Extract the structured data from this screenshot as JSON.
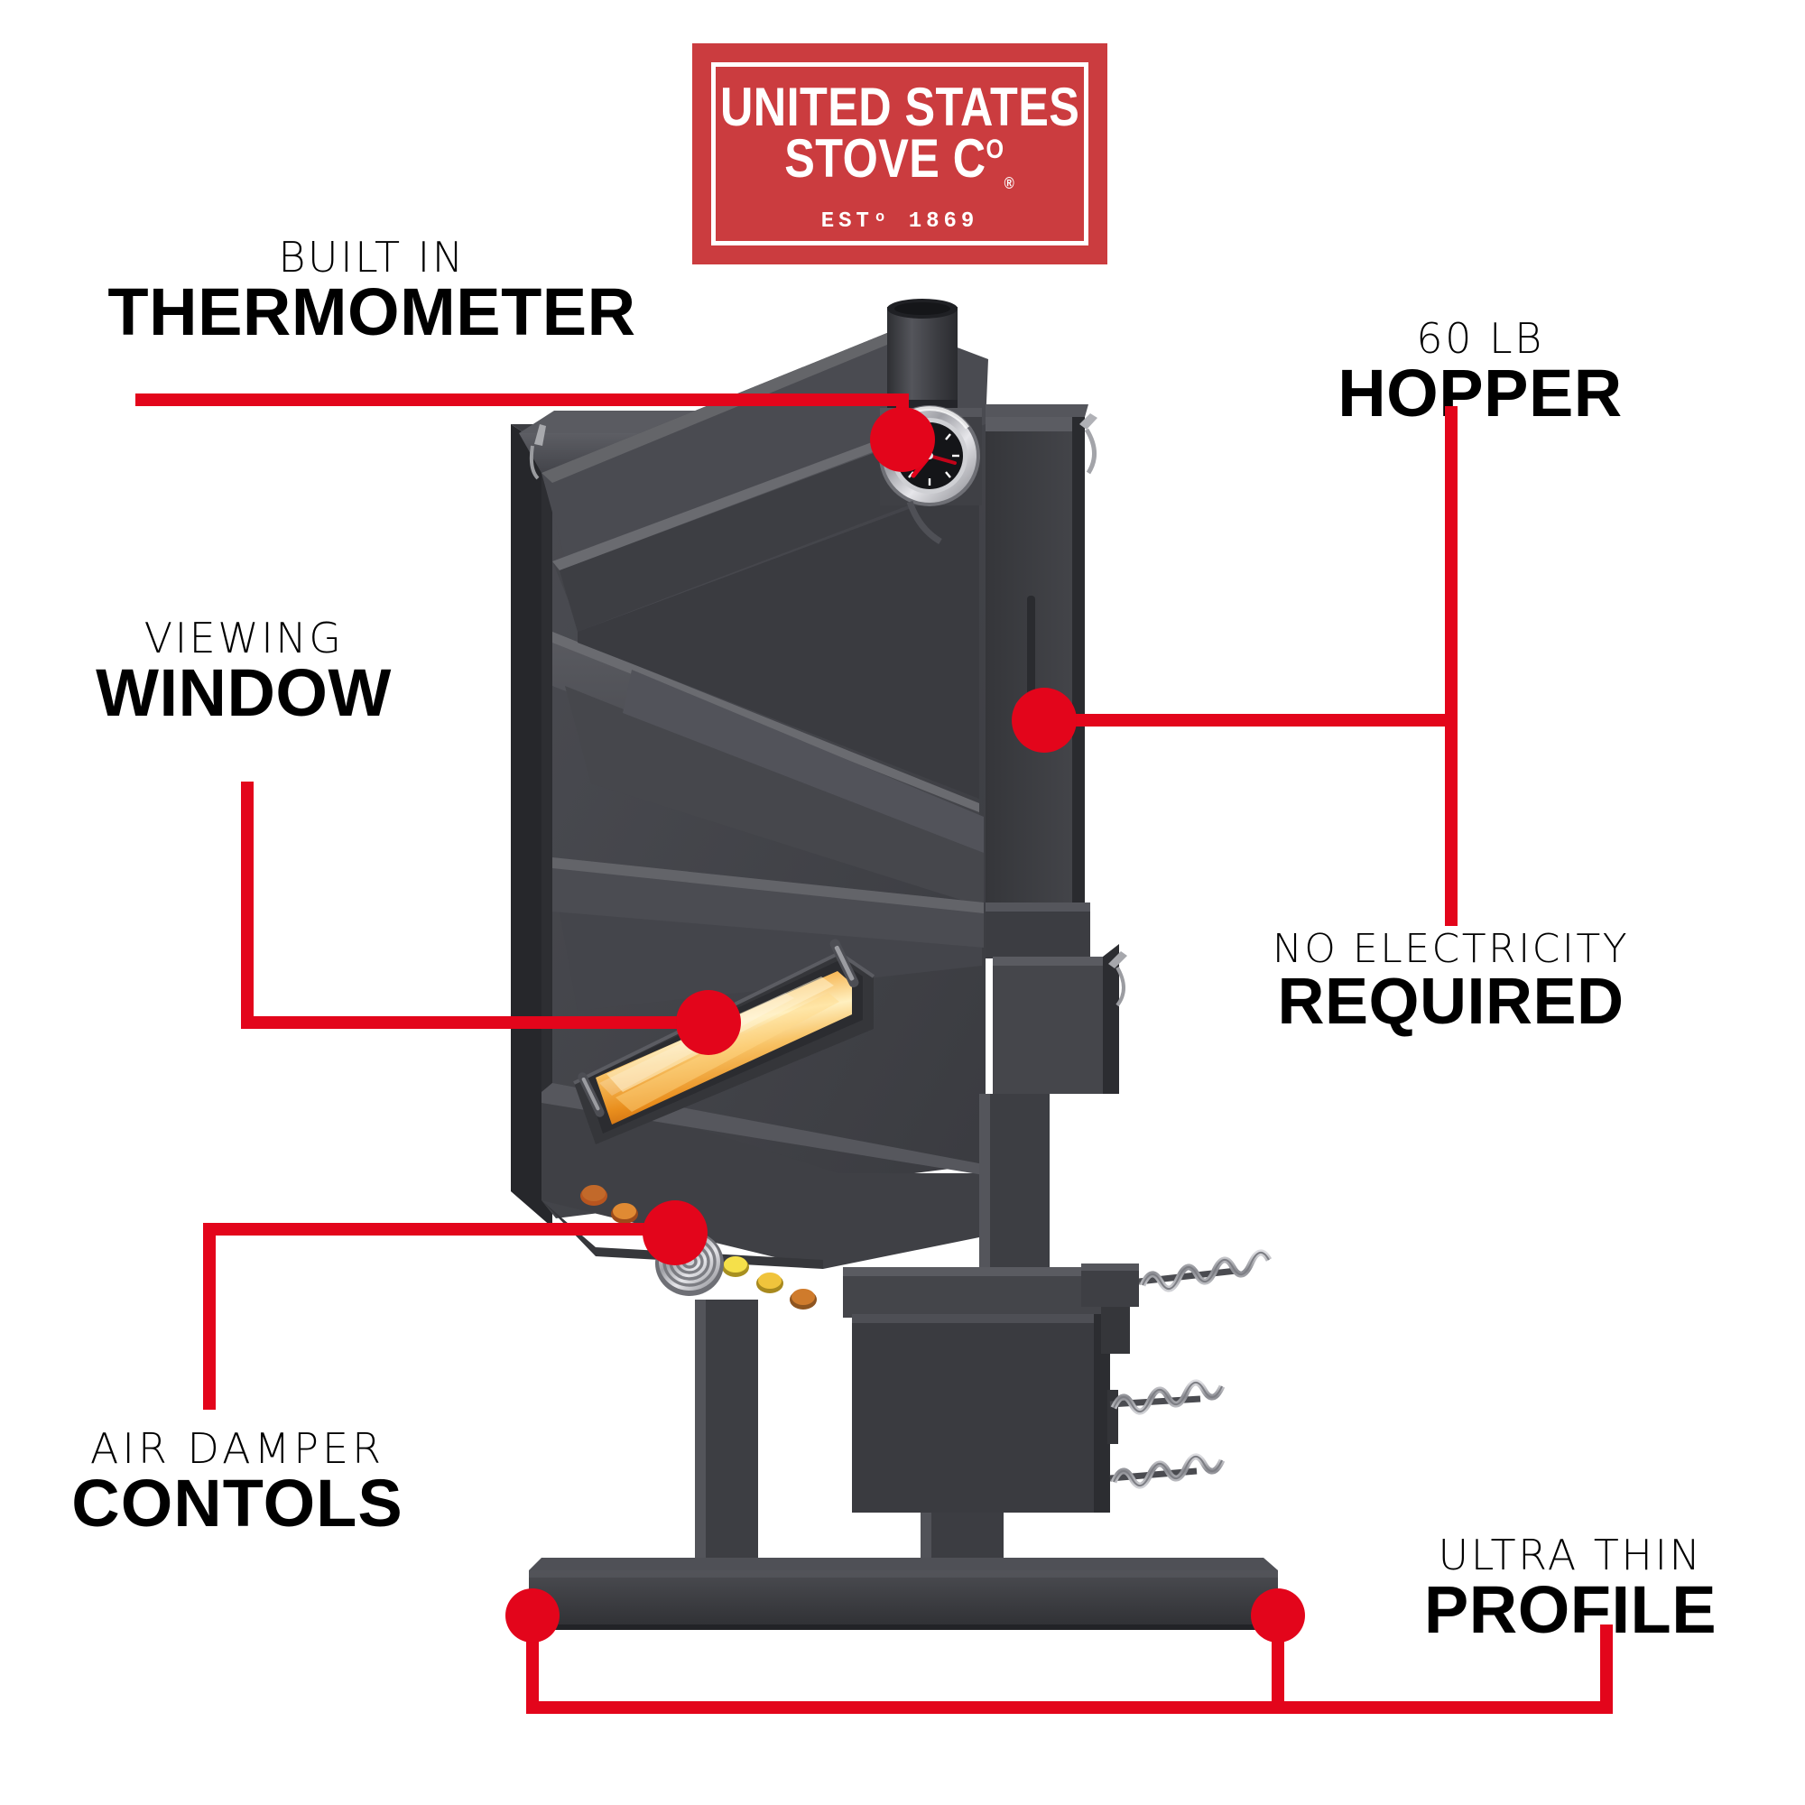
{
  "brand": {
    "logo_line1": "UNITED STATES",
    "logo_line2_main": "STOVE C",
    "logo_line2_o": "O",
    "logo_line2_reg": "®",
    "established": "ESTᵒ 1869",
    "logo_bg_color": "#cb3c3f",
    "logo_border_color": "#ffffff"
  },
  "colors": {
    "accent_red": "#e2001a",
    "callout_red": "#e3051b",
    "text_black": "#000000",
    "stove_dark": "#3a3b3f",
    "stove_mid": "#4a4b50",
    "stove_light": "#5c5d63",
    "flame_orange": "#f0881b",
    "flame_yellow": "#ffe9a8",
    "chrome": "#c9cace",
    "background": "#ffffff"
  },
  "callouts": [
    {
      "id": "thermometer",
      "line1": "BUILT IN",
      "line2": "THERMOMETER",
      "target": "stove-thermometer-gauge",
      "side": "left"
    },
    {
      "id": "hopper",
      "line1": "60 LB",
      "line2": "HOPPER",
      "target": "stove-hopper-knob",
      "side": "right"
    },
    {
      "id": "viewing-window",
      "line1": "VIEWING",
      "line2": "WINDOW",
      "target": "stove-viewing-window",
      "side": "left"
    },
    {
      "id": "no-electricity",
      "line1": "NO ELECTRICITY",
      "line2": "REQUIRED",
      "target": "stove-hopper-knob",
      "side": "right"
    },
    {
      "id": "air-damper",
      "line1": "AIR  DAMPER",
      "line2": "CONTOLS",
      "target": "stove-damper-controls",
      "side": "left"
    },
    {
      "id": "ultra-thin",
      "line1": "ULTRA THIN",
      "line2": "PROFILE",
      "target": "stove-base-plate",
      "side": "bottom"
    }
  ],
  "product": {
    "name": "wood pellet stove",
    "parts": [
      "flue-pipe",
      "thermometer-gauge",
      "top-plate",
      "chevron-baffle-upper",
      "chevron-baffle-lower",
      "viewing-window",
      "firebox-door",
      "damper-control-holes",
      "damper-spring-knob",
      "hopper-column",
      "hopper-lid-latch",
      "hopper-slot-knob",
      "ash-box",
      "spring-handles",
      "pedestal-column",
      "base-plate"
    ],
    "damper_hole_colors": [
      "#b7551f",
      "#e08a33",
      "#f5e04a",
      "#f0c43c",
      "#cf7b2c"
    ]
  }
}
